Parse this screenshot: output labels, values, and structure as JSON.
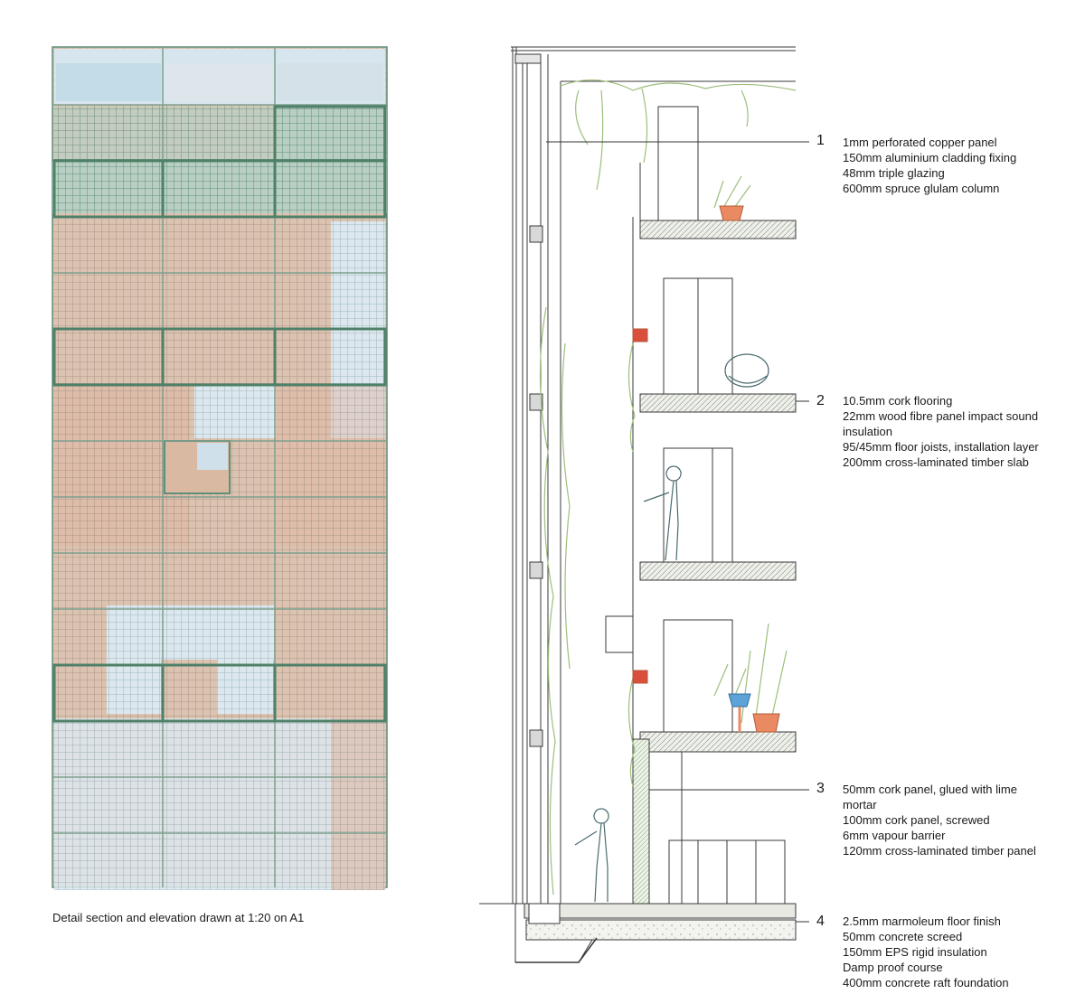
{
  "caption": "Detail section and elevation drawn at 1:20 on A1",
  "colors": {
    "frame": "#5f8f78",
    "copper": "#c9a48b",
    "glass": "#cfe0ea",
    "line": "#333333",
    "plant": "#9cbf7c",
    "pot": "#e27b55"
  },
  "annotations": [
    {
      "number": "1",
      "lines": [
        "1mm perforated copper panel",
        "150mm aluminium cladding fixing",
        "48mm triple glazing",
        "600mm spruce glulam column"
      ]
    },
    {
      "number": "2",
      "lines": [
        "10.5mm cork flooring",
        "22mm wood fibre panel impact sound",
        "insulation",
        "95/45mm floor joists, installation layer",
        "200mm cross-laminated timber slab"
      ]
    },
    {
      "number": "3",
      "lines": [
        "50mm cork panel, glued with lime",
        "mortar",
        "100mm cork panel, screwed",
        "6mm vapour barrier",
        "120mm cross-laminated timber panel"
      ]
    },
    {
      "number": "4",
      "lines": [
        "2.5mm marmoleum floor finish",
        "50mm concrete screed",
        "150mm EPS rigid insulation",
        "Damp proof course",
        "400mm concrete raft foundation"
      ]
    }
  ]
}
